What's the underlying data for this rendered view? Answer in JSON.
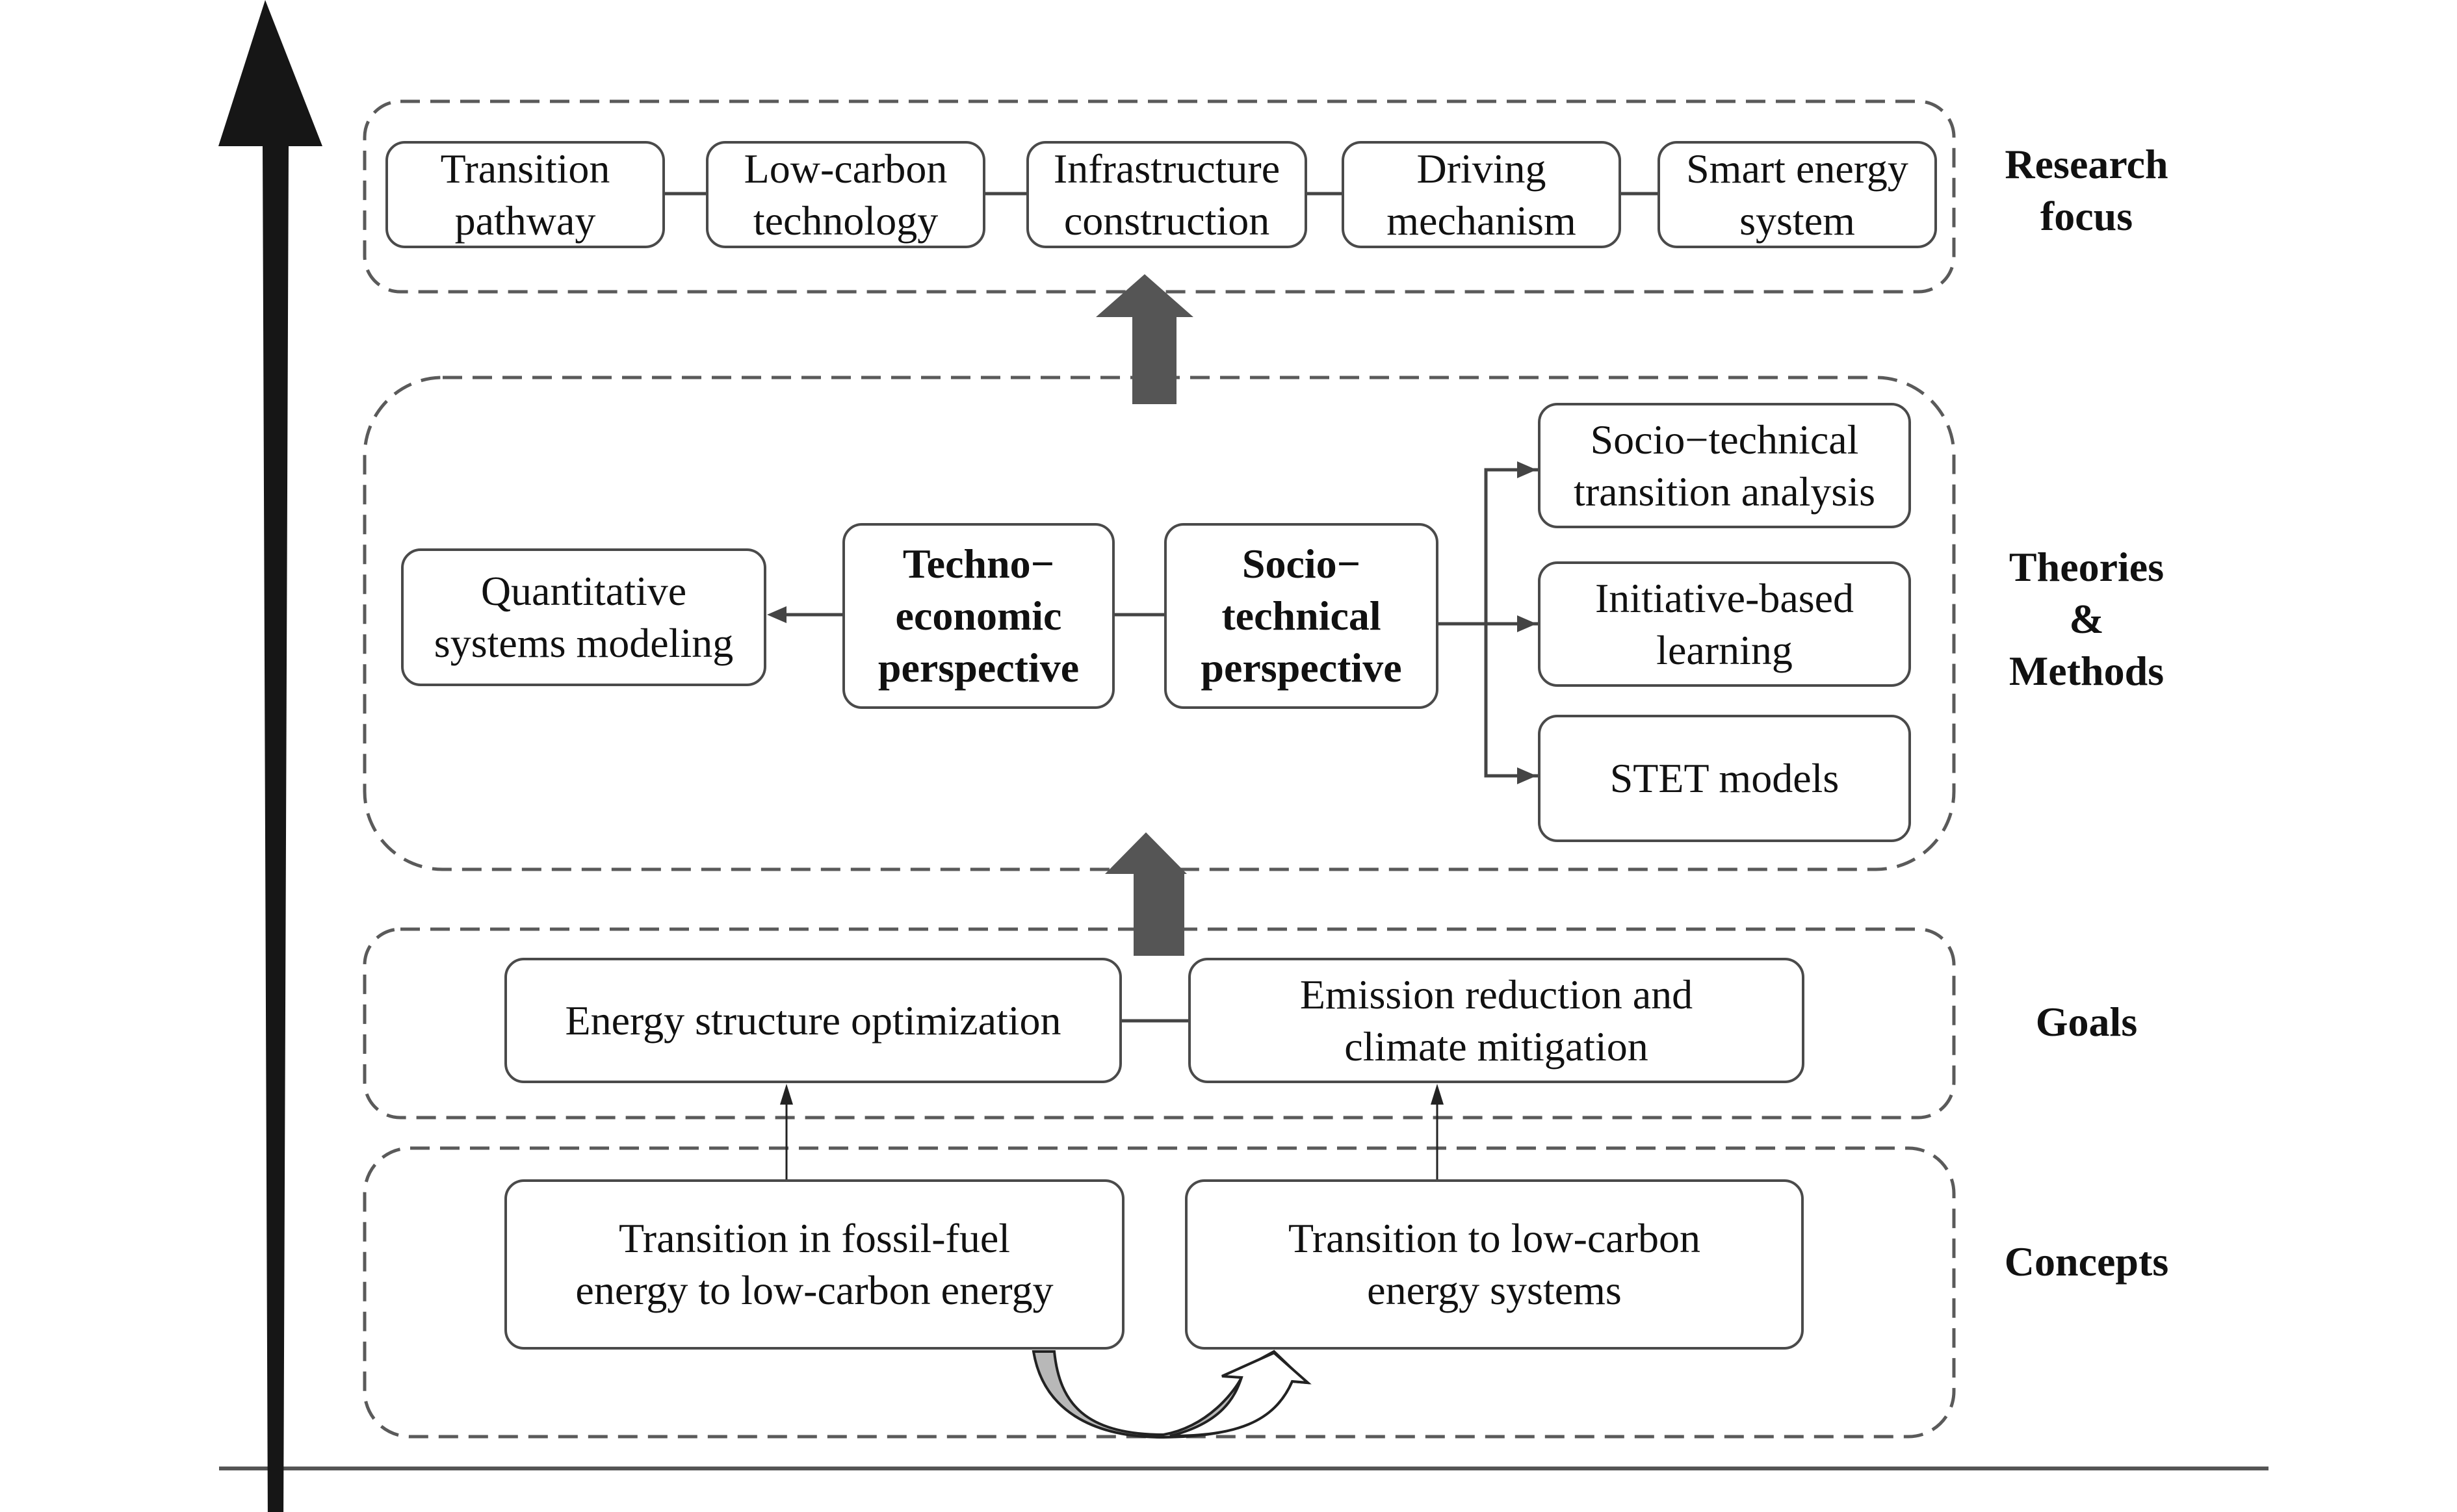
{
  "layers": {
    "research_focus": {
      "label": "Research\nfocus",
      "items": [
        "Transition\npathway",
        "Low-carbon\ntechnology",
        "Infrastructure\nconstruction",
        "Driving\nmechanism",
        "Smart energy\nsystem"
      ]
    },
    "theories_methods": {
      "label": "Theories\n&\nMethods",
      "quantitative": "Quantitative\nsystems modeling",
      "techno_economic": "Techno−\neconomic\nperspective",
      "socio_technical": "Socio−\ntechnical\nperspective",
      "branches": [
        "Socio−technical\ntransition analysis",
        "Initiative-based\nlearning",
        "STET models"
      ]
    },
    "goals": {
      "label": "Goals",
      "items": [
        "Energy structure optimization",
        "Emission reduction and\nclimate mitigation"
      ]
    },
    "concepts": {
      "label": "Concepts",
      "items": [
        "Transition in fossil-fuel\nenergy to low-carbon energy",
        "Transition to low-carbon\nenergy systems"
      ]
    }
  },
  "colors": {
    "axis": "#161616",
    "dashed_border": "#5a5a5a",
    "box_border": "#4a4a4a",
    "block_arrow": "#555555",
    "curved_arrow_fill": "#b8b8b8"
  }
}
